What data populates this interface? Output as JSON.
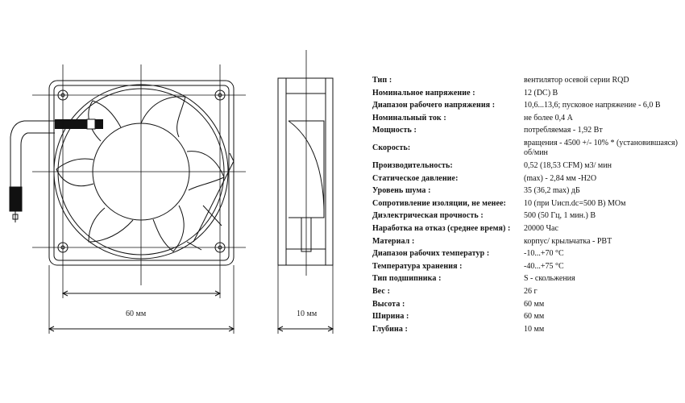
{
  "drawing": {
    "front_width_label": "60 мм",
    "side_width_label": "10 мм"
  },
  "specs": [
    {
      "label": "Тип :",
      "value": "вентилятор осевой серии RQD"
    },
    {
      "label": "Номинальное напряжение :",
      "value": "12 (DC) В"
    },
    {
      "label": "Диапазон рабочего напряжения :",
      "value": "10,6...13,6; пусковое напряжение - 6,0 В"
    },
    {
      "label": "Номинальный ток :",
      "value": "не более 0,4 А"
    },
    {
      "label": "Мощность :",
      "value": "потребляемая - 1,92 Вт"
    },
    {
      "label": "Скорость:",
      "value": "вращения - 4500 +/- 10% * (установившаяся) об/мин"
    },
    {
      "label": "Производительность:",
      "value": "0,52 (18,53 CFM) м3/ мин"
    },
    {
      "label": "Статическое давление:",
      "value": "(max) - 2,84 мм -H2O"
    },
    {
      "label": "Уровень шума :",
      "value": "35 (36,2 max) дБ"
    },
    {
      "label": "Сопротивление изоляции, не менее:",
      "value": "10 (при Uисп.dc=500 В) МОм"
    },
    {
      "label": "Диэлектрическая прочность :",
      "value": "500 (50 Гц, 1 мин.) В"
    },
    {
      "label": "Наработка на отказ (среднее время) :",
      "value": "20000 Час"
    },
    {
      "label": "Материал :",
      "value": "корпус/ крыльчатка - PBT"
    },
    {
      "label": "Диапазон рабочих температур :",
      "value": "-10...+70 °С"
    },
    {
      "label": "Температура хранения :",
      "value": "-40...+75 °С"
    },
    {
      "label": "Тип подшипника :",
      "value": "S - скольжения"
    },
    {
      "label": "Вес :",
      "value": "26 г"
    },
    {
      "label": "Высота :",
      "value": "60 мм"
    },
    {
      "label": "Ширина :",
      "value": "60 мм"
    },
    {
      "label": "Глубина :",
      "value": "10 мм"
    }
  ]
}
